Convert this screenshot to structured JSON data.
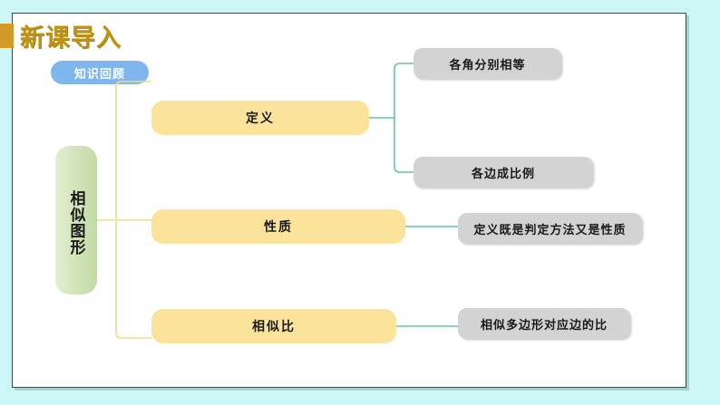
{
  "slide": {
    "background_color": "#cdf6f7",
    "card_background": "#ffffff",
    "card_border_color": "#2f4f4a"
  },
  "header": {
    "title": "新课导入",
    "title_color": "#bf9210",
    "marker_color": "#d39a28",
    "badge": {
      "label": "知识回顾",
      "background_color": "#7fb6ee",
      "text_color": "#ffffff"
    }
  },
  "mindmap": {
    "root": {
      "label": "相似图形",
      "color": "#cfe3b6"
    },
    "branches": [
      {
        "label": "定义",
        "color": "#fce39b",
        "leaves": [
          {
            "label": "各角分别相等",
            "color": "#d3d3d3"
          },
          {
            "label": "各边成比例",
            "color": "#d3d3d3"
          }
        ]
      },
      {
        "label": "性质",
        "color": "#fce39b",
        "leaves": [
          {
            "label": "定义既是判定方法又是性质",
            "color": "#d3d3d3"
          }
        ]
      },
      {
        "label": "相似比",
        "color": "#fce39b",
        "leaves": [
          {
            "label": "相似多边形对应边的比",
            "color": "#d3d3d3"
          }
        ]
      }
    ],
    "connector_colors": {
      "root_to_branch": "#f6d98a",
      "branch_to_leaf": "#64c8a4"
    }
  }
}
